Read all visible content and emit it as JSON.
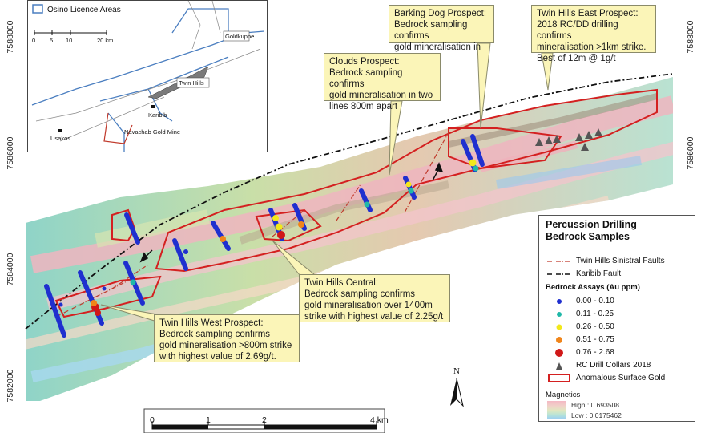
{
  "inset": {
    "legend_label": "Osino Licence Areas",
    "scale_labels": [
      "0",
      "5",
      "10",
      "20 km"
    ],
    "places": [
      "Goldkuppe",
      "Twin Hills",
      "Karibib",
      "Usakos",
      "Navachab Gold Mine"
    ]
  },
  "coordinates": {
    "left": [
      "7588000",
      "7586000",
      "7584000",
      "7582000"
    ],
    "right": [
      "7588000",
      "7586000",
      "7584000",
      "7582000"
    ]
  },
  "callouts": {
    "barking_dog": "Barking Dog Prospect:\nBedrock sampling confirms\ngold mineralisation in two zones",
    "twin_hills_east": "Twin Hills East Prospect:\n2018 RC/DD drilling confirms\nmineralisation >1km strike.\nBest of 12m @ 1g/t",
    "clouds": "Clouds Prospect:\nBedrock sampling confirms\ngold mineralisation in two\nlines 800m apart",
    "twin_hills_central": "Twin Hills Central:\nBedrock sampling confirms\ngold mineralisation over 1400m\nstrike with highest value of 2.25g/t",
    "twin_hills_west": "Twin Hills West Prospect:\nBedrock sampling confirms\ngold mineralisation >800m strike\nwith highest value of 2.69g/t."
  },
  "legend": {
    "title": "Percussion Drilling\nBedrock Samples",
    "faults": [
      {
        "label": "Twin Hills Sinistral Faults",
        "color": "#c0392b"
      },
      {
        "label": "Karibib Fault",
        "color": "#111111"
      }
    ],
    "assays_heading": "Bedrock Assays (Au ppm)",
    "assays": [
      {
        "label": "0.00 - 0.10",
        "color": "#1f2fcf"
      },
      {
        "label": "0.11 - 0.25",
        "color": "#1fb8a8"
      },
      {
        "label": "0.26 - 0.50",
        "color": "#f2e81a"
      },
      {
        "label": "0.51 - 0.75",
        "color": "#f0851a"
      },
      {
        "label": "0.76 - 2.68",
        "color": "#d01818"
      }
    ],
    "rc_collars": "RC Drill Collars 2018",
    "anomalous": "Anomalous Surface Gold",
    "magnetics_title": "Magnetics",
    "mag_high": "High : 0.693508",
    "mag_low": "Low : 0.0175462"
  },
  "north_label": "N",
  "scale_bar": {
    "labels": [
      "0",
      "1",
      "2",
      "4 km"
    ]
  },
  "colors": {
    "anomaly": "#d42020",
    "fault": "#c0392b",
    "karibib": "#111111",
    "callout_bg": "#fbf5b8"
  }
}
